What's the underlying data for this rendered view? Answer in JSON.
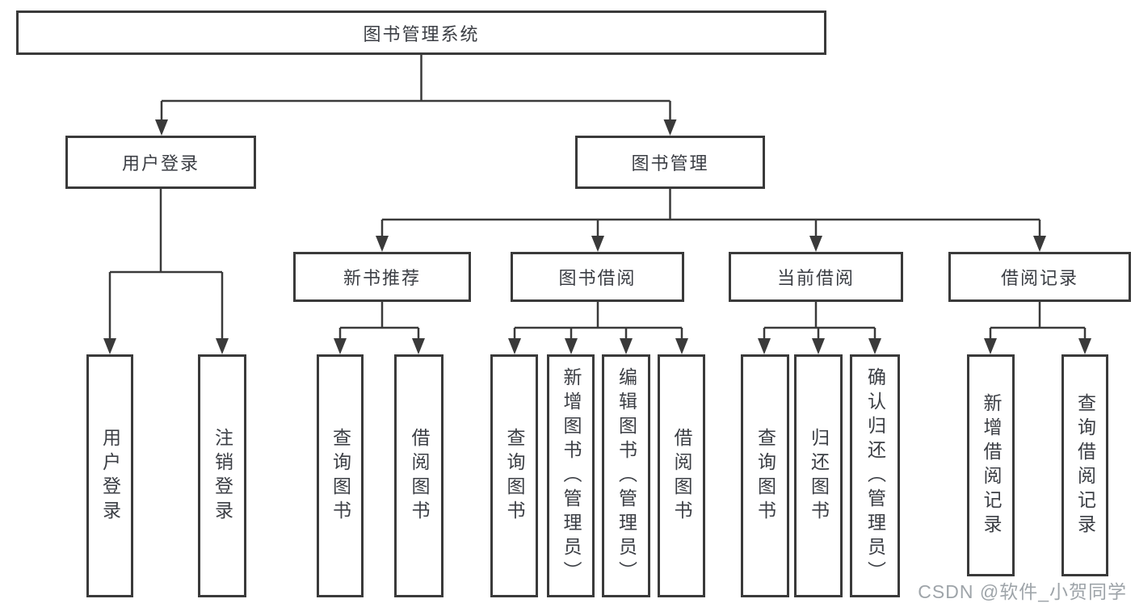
{
  "tree": {
    "root": {
      "label": "图书管理系统"
    },
    "branches": [
      {
        "label": "用户登录",
        "children": [
          {
            "label": "用户登录"
          },
          {
            "label": "注销登录"
          }
        ]
      },
      {
        "label": "图书管理",
        "children": [
          {
            "label": "新书推荐",
            "children": [
              {
                "label": "查询图书"
              },
              {
                "label": "借阅图书"
              }
            ]
          },
          {
            "label": "图书借阅",
            "children": [
              {
                "label": "查询图书"
              },
              {
                "label": "新增图书（管理员）"
              },
              {
                "label": "编辑图书（管理员）"
              },
              {
                "label": "借阅图书"
              }
            ]
          },
          {
            "label": "当前借阅",
            "children": [
              {
                "label": "查询图书"
              },
              {
                "label": "归还图书"
              },
              {
                "label": "确认归还（管理员）"
              }
            ]
          },
          {
            "label": "借阅记录",
            "children": [
              {
                "label": "新增借阅记录"
              },
              {
                "label": "查询借阅记录"
              }
            ]
          }
        ]
      }
    ]
  },
  "watermark": {
    "text": "CSDN @软件_小贺同学"
  },
  "colors": {
    "line": "#3a3a3a",
    "text": "#3b3e44",
    "watermark": "#949aa0",
    "background": "#ffffff"
  }
}
